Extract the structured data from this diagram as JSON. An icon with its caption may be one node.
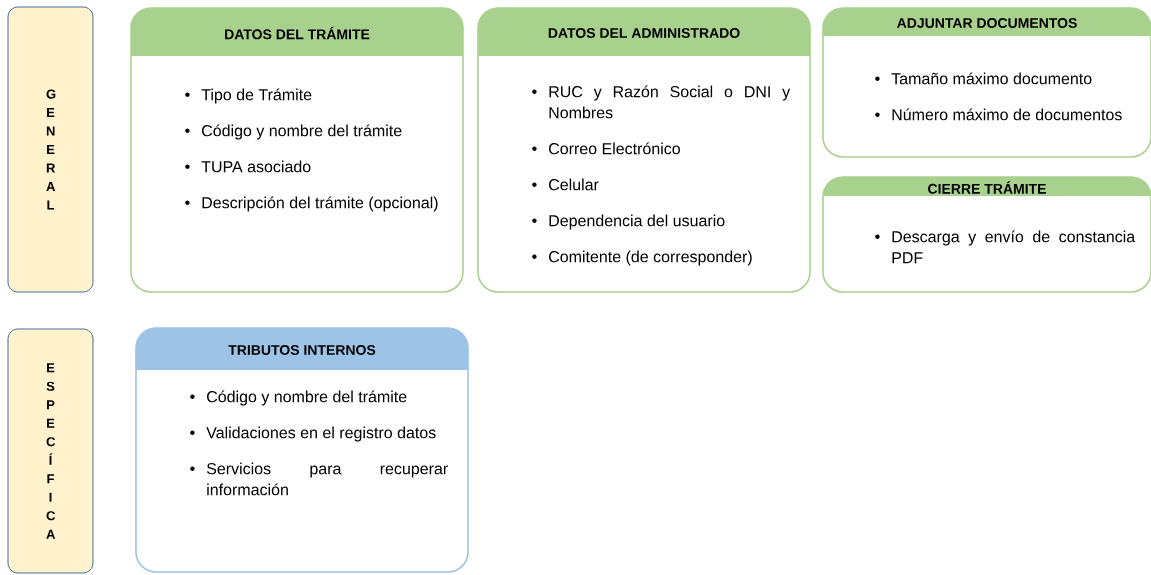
{
  "diagram": {
    "nodes": [
      {
        "text": [
          "G E N E R A L"
        ]
      },
      {
        "text": [
          "DATOS DEL TRÁMITE",
          "Tipo de Trámite",
          "Código y nombre del trámite",
          "TUPA asociado",
          "Descripción del trámite (opcional)"
        ]
      },
      {
        "text": [
          "DATOS DEL ADMINISTRADO",
          "RUC y Razón Social o DNI y Nombres",
          "Correo Electrónico",
          "Celular",
          "Dependencia del usuario",
          "Comitente (de corresponder)"
        ]
      },
      {
        "text": [
          "ADJUNTAR DOCUMENTOS",
          "Tamaño máximo documento",
          "Número máximo de documentos"
        ]
      },
      {
        "text": [
          "CIERRE TRÁMITE",
          "Descarga y envío de constancia PDF"
        ]
      },
      {
        "text": [
          "E S P E C Í F I C A"
        ]
      },
      {
        "text": [
          "TRIBUTOS INTERNOS",
          "Código y nombre del trámite",
          "Validaciones en el registro datos",
          "Servicios para recuperar información"
        ]
      }
    ]
  }
}
